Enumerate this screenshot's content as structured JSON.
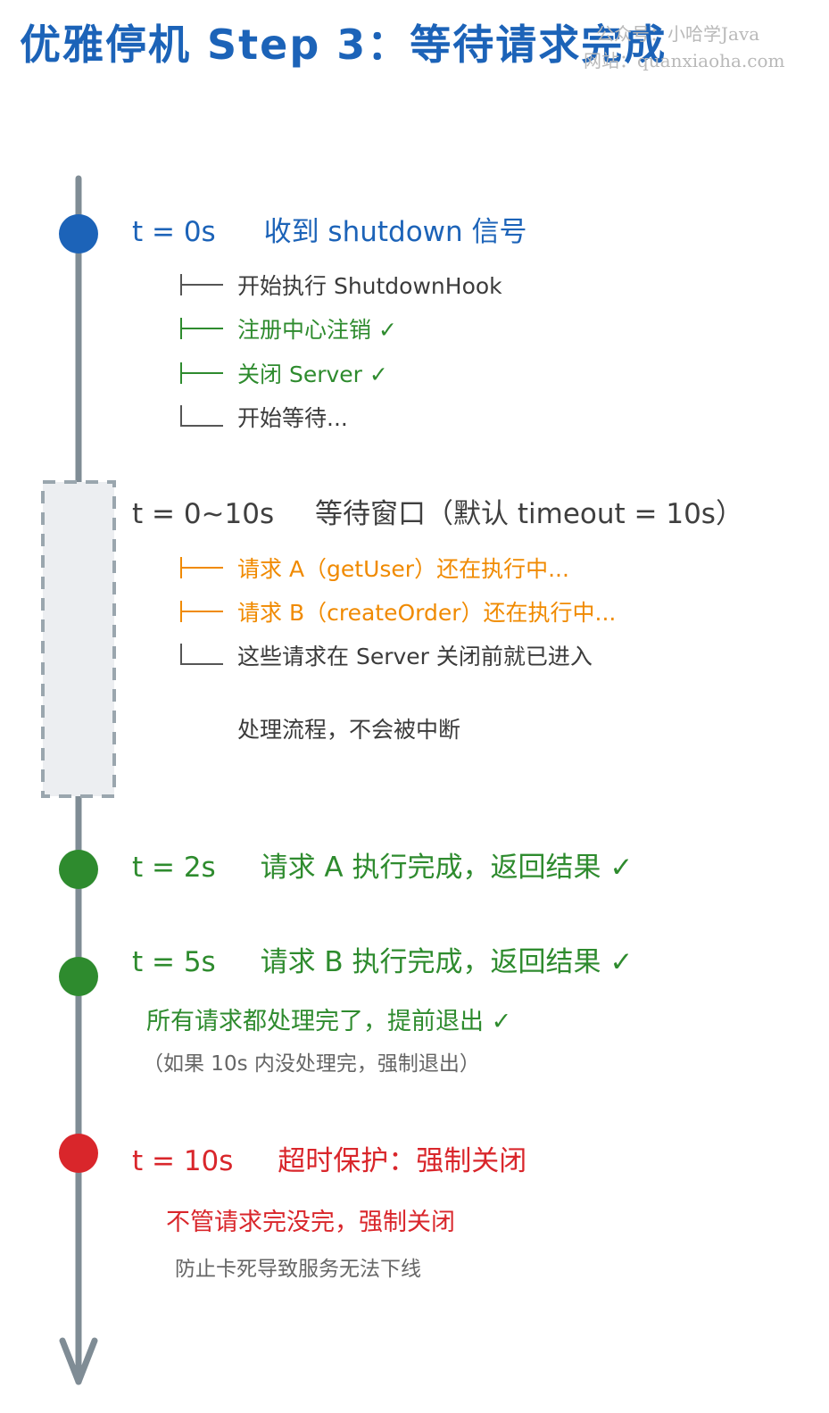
{
  "title": "优雅停机 Step 3：等待请求完成",
  "watermark": {
    "line1": "公众号：小哈学Java",
    "line2": "网站：quanxiaoha.com"
  },
  "colors": {
    "blue": "#1c63b8",
    "green": "#2e8b2e",
    "orange": "#f08a00",
    "red": "#d9262b",
    "timeline": "#7f8c95",
    "window_fill": "#eceef1"
  },
  "events": {
    "e0": {
      "time": "t = 0s",
      "label": "收到 shutdown 信号",
      "items": [
        "开始执行 ShutdownHook",
        "注册中心注销 ✓",
        "关闭 Server ✓",
        "开始等待..."
      ]
    },
    "window": {
      "time": "t = 0~10s",
      "label": "等待窗口（默认 timeout = 10s）",
      "items": [
        "请求 A（getUser）还在执行中...",
        "请求 B（createOrder）还在执行中...",
        "这些请求在 Server 关闭前就已进入"
      ],
      "note": "处理流程，不会被中断"
    },
    "e2": {
      "time": "t = 2s",
      "label": "请求 A 执行完成，返回结果 ✓"
    },
    "e5": {
      "time": "t = 5s",
      "label": "请求 B 执行完成，返回结果 ✓",
      "sub1": "所有请求都处理完了，提前退出 ✓",
      "sub2": "（如果 10s 内没处理完，强制退出）"
    },
    "e10": {
      "time": "t = 10s",
      "label": "超时保护：强制关闭",
      "sub1": "不管请求完没完，强制关闭",
      "sub2": "防止卡死导致服务无法下线"
    }
  }
}
